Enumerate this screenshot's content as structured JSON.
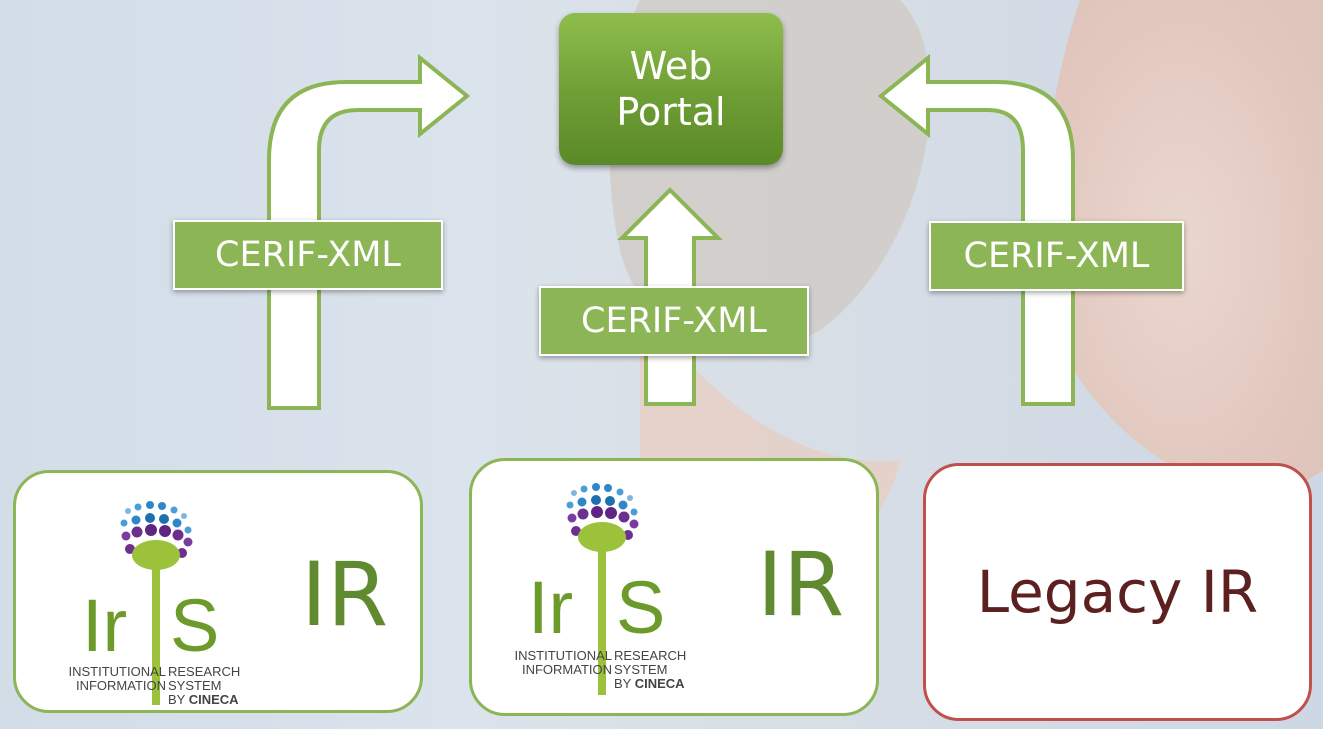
{
  "portal": {
    "line1": "Web",
    "line2": "Portal"
  },
  "labels": {
    "left": "CERIF-XML",
    "center": "CERIF-XML",
    "right": "CERIF-XML"
  },
  "sources": [
    {
      "label": "IR",
      "logo": {
        "brand": "iris",
        "line1a": "INSTITUTIONAL",
        "line1b": "RESEARCH",
        "line2a": "INFORMATION",
        "line2b": "SYSTEM",
        "by": "BY",
        "company": "CINECA"
      }
    },
    {
      "label": "IR",
      "logo": {
        "brand": "iris",
        "line1a": "INSTITUTIONAL",
        "line1b": "RESEARCH",
        "line2a": "INFORMATION",
        "line2b": "SYSTEM",
        "by": "BY",
        "company": "CINECA"
      }
    },
    {
      "label": "Legacy IR"
    }
  ],
  "colors": {
    "green": "#8cb556",
    "portal_green": "#6e9d35",
    "legacy_red": "#c0504d",
    "legacy_text": "#5c2020"
  }
}
